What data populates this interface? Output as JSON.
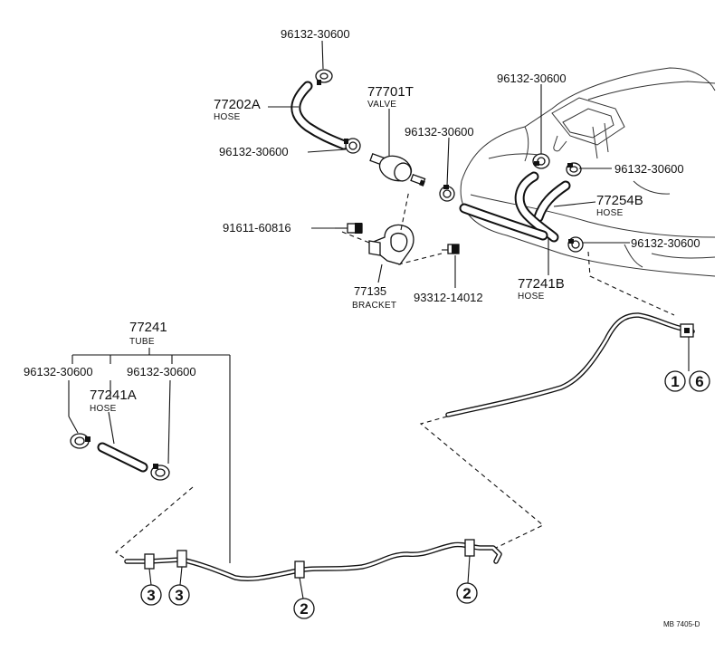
{
  "labels": {
    "clamp_top": "96132-30600",
    "hose_a_num": "77202A",
    "hose_a_sub": "HOSE",
    "valve_num": "77701T",
    "valve_sub": "VALVE",
    "clamp_left_mid": "96132-30600",
    "clamp_mid": "96132-30600",
    "clamp_tank_top": "96132-30600",
    "clamp_tank_right": "96132-30600",
    "hose_b_num": "77254B",
    "hose_b_sub": "HOSE",
    "bolt": "91611-60816",
    "clamp_tank_lower": "96132-30600",
    "bracket_num": "77135",
    "bracket_sub": "BRACKET",
    "screw": "93312-14012",
    "hose_c_num": "77241B",
    "hose_c_sub": "HOSE",
    "tube_num": "77241",
    "tube_sub": "TUBE",
    "clamp_lower_left": "96132-30600",
    "clamp_lower_right": "96132-30600",
    "hose_d_num": "77241A",
    "hose_d_sub": "HOSE",
    "ref_code": "MB  7405-D"
  },
  "callouts": {
    "c1": "1",
    "c6": "6",
    "c3a": "3",
    "c3b": "3",
    "c2a": "2",
    "c2b": "2"
  }
}
